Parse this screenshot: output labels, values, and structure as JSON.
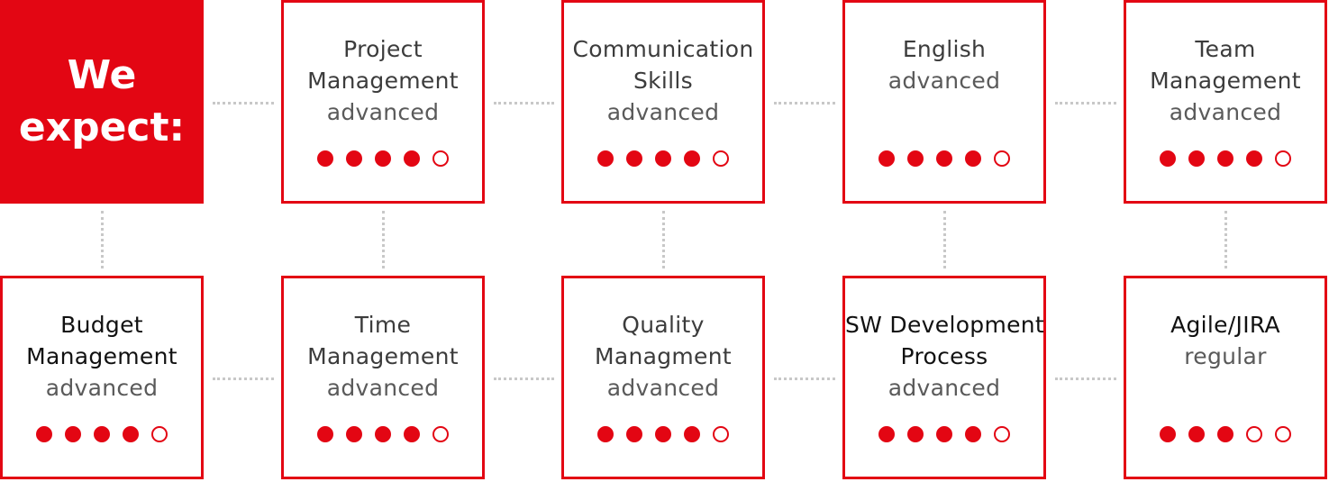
{
  "hero": {
    "line1": "We",
    "line2": "expect:"
  },
  "colors": {
    "accent": "#e30613",
    "connector": "#c8c8c8"
  },
  "cards": [
    {
      "lines": [
        "Project",
        "Management"
      ],
      "level": "advanced",
      "rating": 4,
      "max": 5
    },
    {
      "lines": [
        "Communication",
        "Skills"
      ],
      "level": "advanced",
      "rating": 4,
      "max": 5
    },
    {
      "lines": [
        "English"
      ],
      "level": "advanced",
      "rating": 4,
      "max": 5
    },
    {
      "lines": [
        "Team",
        "Management"
      ],
      "level": "advanced",
      "rating": 4,
      "max": 5
    },
    {
      "lines": [
        "Budget",
        "Management"
      ],
      "level": "advanced",
      "rating": 4,
      "max": 5
    },
    {
      "lines": [
        "Time",
        "Management"
      ],
      "level": "advanced",
      "rating": 4,
      "max": 5
    },
    {
      "lines": [
        "Quality",
        "Managment"
      ],
      "level": "advanced",
      "rating": 4,
      "max": 5
    },
    {
      "lines": [
        "SW Development",
        "Process"
      ],
      "level": "advanced",
      "rating": 4,
      "max": 5
    },
    {
      "lines": [
        "Agile/JIRA"
      ],
      "level": "regular",
      "rating": 3,
      "max": 5
    }
  ]
}
